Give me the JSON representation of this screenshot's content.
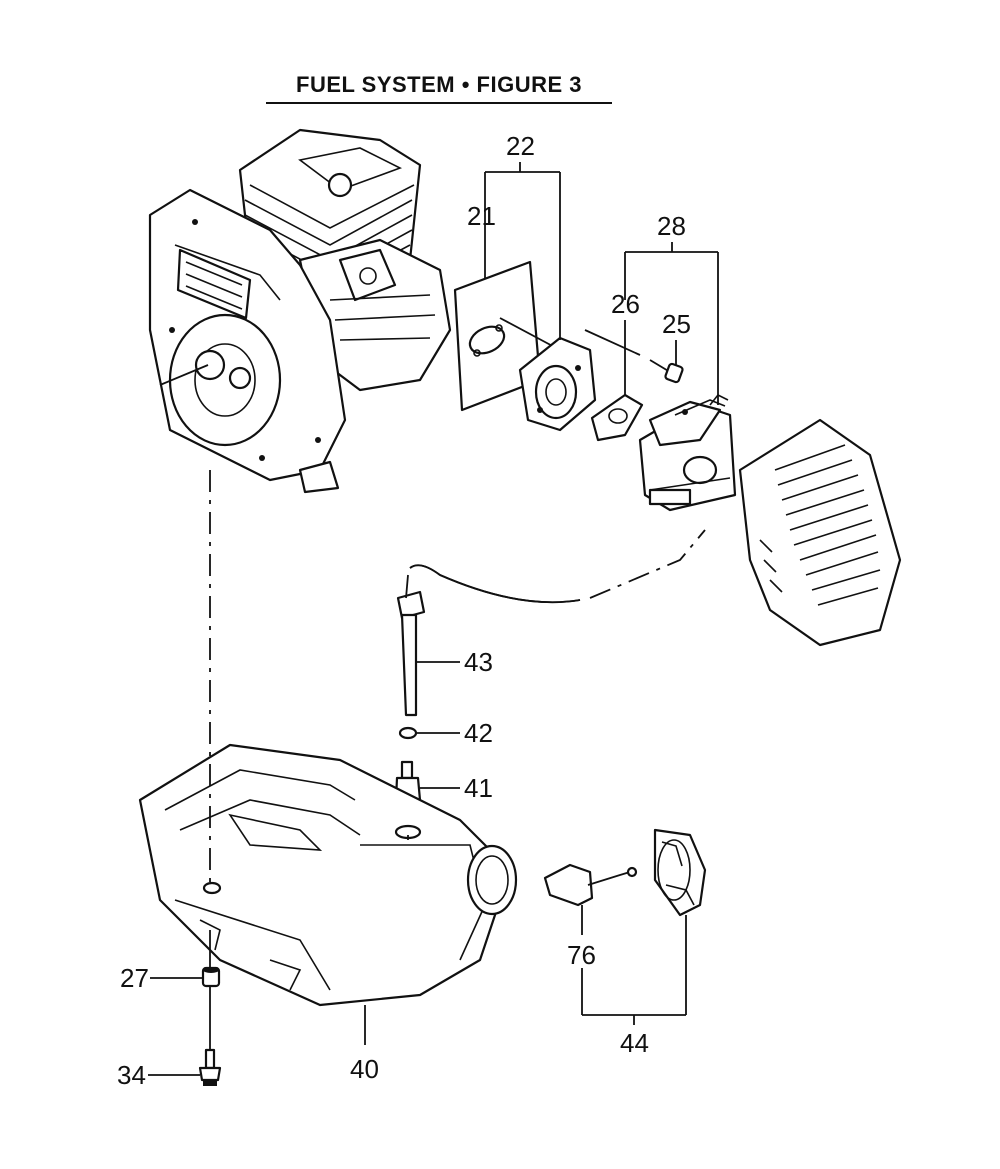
{
  "title": "FUEL SYSTEM • FIGURE 3",
  "callouts": [
    {
      "id": "c22",
      "label": "22"
    },
    {
      "id": "c21",
      "label": "21"
    },
    {
      "id": "c28",
      "label": "28"
    },
    {
      "id": "c26",
      "label": "26"
    },
    {
      "id": "c25",
      "label": "25"
    },
    {
      "id": "c43",
      "label": "43"
    },
    {
      "id": "c42",
      "label": "42"
    },
    {
      "id": "c41",
      "label": "41"
    },
    {
      "id": "c27",
      "label": "27"
    },
    {
      "id": "c40",
      "label": "40"
    },
    {
      "id": "c34",
      "label": "34"
    },
    {
      "id": "c76",
      "label": "76"
    },
    {
      "id": "c44",
      "label": "44"
    }
  ]
}
